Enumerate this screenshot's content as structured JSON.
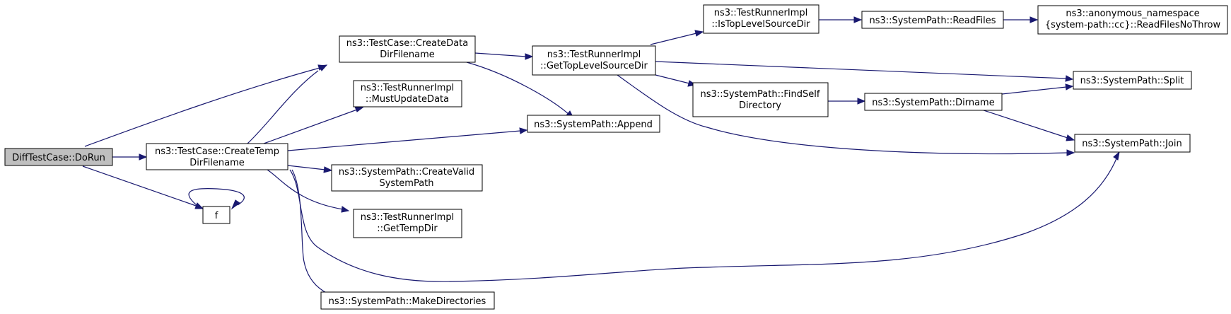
{
  "diagram": {
    "nodes": {
      "doRun": {
        "lines": [
          "DiffTestCase::DoRun"
        ]
      },
      "createTemp": {
        "lines": [
          "ns3::TestCase::CreateTemp",
          "DirFilename"
        ]
      },
      "createData": {
        "lines": [
          "ns3::TestCase::CreateData",
          "DirFilename"
        ]
      },
      "f": {
        "lines": [
          "f"
        ]
      },
      "mustUpdate": {
        "lines": [
          "ns3::TestRunnerImpl",
          "::MustUpdateData"
        ]
      },
      "append": {
        "lines": [
          "ns3::SystemPath::Append"
        ]
      },
      "createValid": {
        "lines": [
          "ns3::SystemPath::CreateValid",
          "SystemPath"
        ]
      },
      "getTempDir": {
        "lines": [
          "ns3::TestRunnerImpl",
          "::GetTempDir"
        ]
      },
      "makeDirs": {
        "lines": [
          "ns3::SystemPath::MakeDirectories"
        ]
      },
      "getTopLevel": {
        "lines": [
          "ns3::TestRunnerImpl",
          "::GetTopLevelSourceDir"
        ]
      },
      "isTopLevel": {
        "lines": [
          "ns3::TestRunnerImpl",
          "::IsTopLevelSourceDir"
        ]
      },
      "findSelf": {
        "lines": [
          "ns3::SystemPath::FindSelf",
          "Directory"
        ]
      },
      "readFiles": {
        "lines": [
          "ns3::SystemPath::ReadFiles"
        ]
      },
      "readFilesNoThrow": {
        "lines": [
          "ns3::anonymous_namespace",
          "{system-path::cc}::ReadFilesNoThrow"
        ]
      },
      "dirname": {
        "lines": [
          "ns3::SystemPath::Dirname"
        ]
      },
      "split": {
        "lines": [
          "ns3::SystemPath::Split"
        ]
      },
      "join": {
        "lines": [
          "ns3::SystemPath::Join"
        ]
      }
    },
    "edges": [
      [
        "doRun",
        "createData"
      ],
      [
        "doRun",
        "createTemp"
      ],
      [
        "doRun",
        "f"
      ],
      [
        "f",
        "f"
      ],
      [
        "createTemp",
        "createData"
      ],
      [
        "createTemp",
        "mustUpdate"
      ],
      [
        "createTemp",
        "append"
      ],
      [
        "createTemp",
        "createValid"
      ],
      [
        "createTemp",
        "getTempDir"
      ],
      [
        "createTemp",
        "makeDirs"
      ],
      [
        "createTemp",
        "join"
      ],
      [
        "createData",
        "getTopLevel"
      ],
      [
        "createData",
        "append"
      ],
      [
        "getTopLevel",
        "isTopLevel"
      ],
      [
        "getTopLevel",
        "split"
      ],
      [
        "getTopLevel",
        "findSelf"
      ],
      [
        "getTopLevel",
        "join"
      ],
      [
        "isTopLevel",
        "readFiles"
      ],
      [
        "readFiles",
        "readFilesNoThrow"
      ],
      [
        "findSelf",
        "dirname"
      ],
      [
        "dirname",
        "split"
      ],
      [
        "dirname",
        "join"
      ]
    ],
    "colors": {
      "edge": "#191970",
      "root_fill": "#bfbfbf",
      "node_fill": "#ffffff"
    }
  }
}
